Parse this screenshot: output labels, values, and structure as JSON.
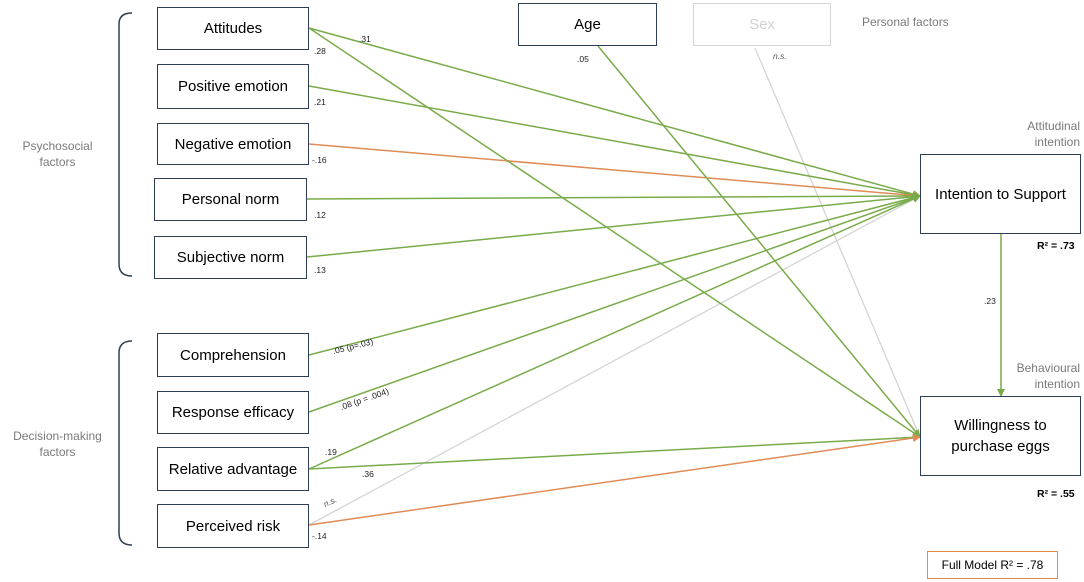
{
  "groups": {
    "psychosocial": "Psychosocial\nfactors",
    "decision": "Decision-making\nfactors",
    "personal": "Personal factors",
    "attitudinal": "Attitudinal\nintention",
    "behavioural": "Behavioural\nintention"
  },
  "boxes": {
    "attitudes": "Attitudes",
    "positive_emotion": "Positive emotion",
    "negative_emotion": "Negative emotion",
    "personal_norm": "Personal norm",
    "subjective_norm": "Subjective norm",
    "comprehension": "Comprehension",
    "response_efficacy": "Response efficacy",
    "relative_advantage": "Relative advantage",
    "perceived_risk": "Perceived risk",
    "age": "Age",
    "sex": "Sex",
    "intention": "Intention to Support",
    "willingness": "Willingness to\npurchase eggs"
  },
  "coefficients": {
    "attitudes_intention": ".31",
    "attitudes_willingness": ".28",
    "positive_emotion": ".21",
    "negative_emotion": "-.16",
    "personal_norm": ".12",
    "subjective_norm": ".13",
    "comprehension": ".05 (p=.03)",
    "response_efficacy": ".08 (p = .004)",
    "relative_advantage_intention": ".19",
    "relative_advantage_willingness": ".36",
    "perceived_risk_ns": "n.s.",
    "perceived_risk_willingness": "-.14",
    "age": ".05",
    "sex": "n.s.",
    "intention_willingness": ".23"
  },
  "r2": {
    "intention": "R² = .73",
    "willingness": "R² = .55",
    "full_model": "Full Model R² = .78"
  },
  "colors": {
    "positive_path": "#79ab4a",
    "negative_path": "#e08c56",
    "nonsignificant_path": "#d4d4d4",
    "box_border": "#2f3e57",
    "full_model_border": "#e28b4f"
  }
}
